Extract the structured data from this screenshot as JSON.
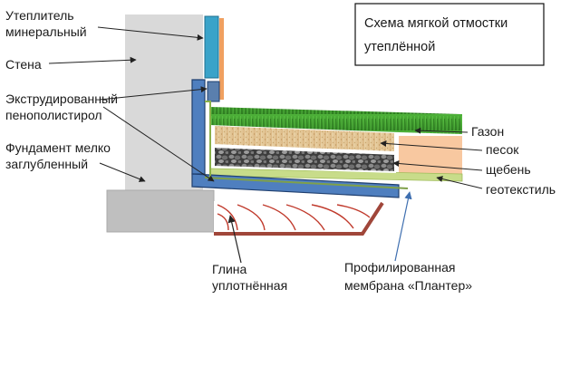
{
  "diagram": {
    "title_line1": "Схема мягкой отмостки",
    "title_line2": "утеплённой",
    "labels": {
      "insulation_line1": "Утеплитель",
      "insulation_line2": "минеральный",
      "wall": "Стена",
      "xps_line1": "Экструдированный",
      "xps_line2": "пенополистирол",
      "foundation_line1": "Фундамент мелко",
      "foundation_line2": "заглубленный",
      "lawn": "Газон",
      "sand": "песок",
      "gravel": "щебень",
      "geotextile": "геотекстиль",
      "clay_line1": "Глина",
      "clay_line2": "уплотнённая",
      "membrane_line1": "Профилированная",
      "membrane_line2": "мембрана «Плантер»"
    },
    "colors": {
      "wall": "#d9d9d9",
      "foundation": "#bfbfbf",
      "insulation": "#3aa3c9",
      "xps": "#4f7fbf",
      "grass": "#3a9a2a",
      "sand": "#e6c99a",
      "gravel": "#5a5a5a",
      "geotextile": "#c8dc8a",
      "soil": "#f8c8a0",
      "clay_lines": "#c0392b",
      "clay_border": "#a0463a",
      "arrow": "#222222"
    }
  }
}
